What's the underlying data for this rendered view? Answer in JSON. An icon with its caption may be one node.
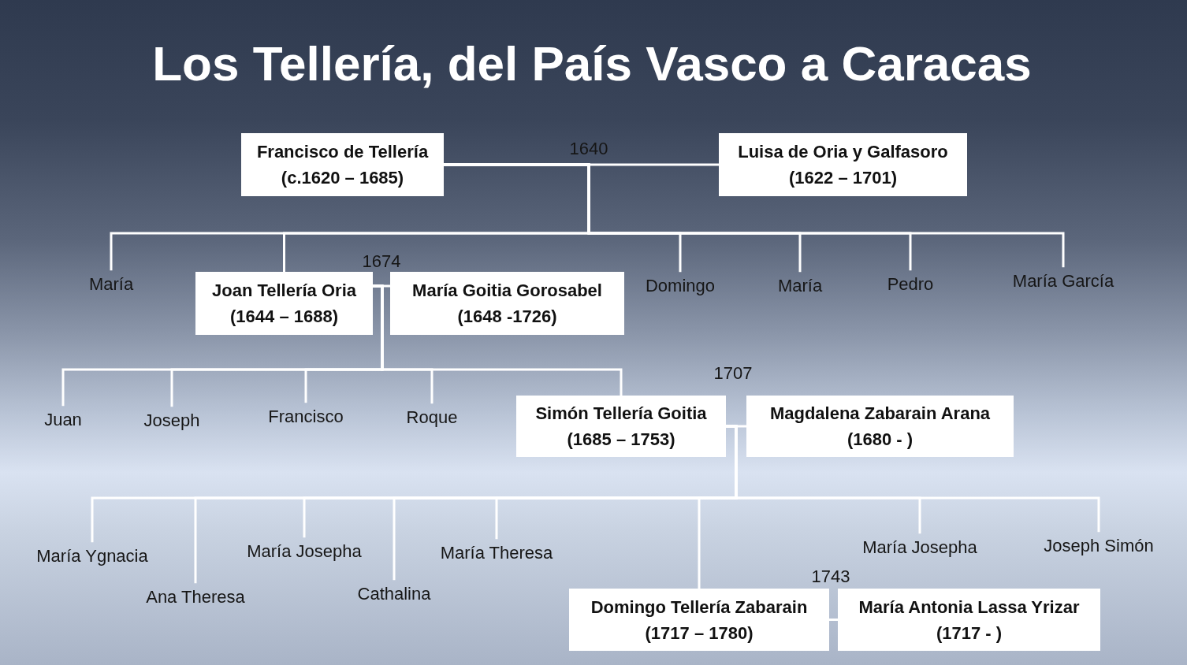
{
  "diagram": {
    "title": "Los Tellería, del País Vasco a Caracas",
    "nodes": [
      {
        "text": [
          "Francisco de Tellería",
          "(c.1620 – 1685)"
        ]
      },
      {
        "text": [
          "Luisa de Oria y Galfasoro",
          "(1622 – 1701)"
        ]
      },
      {
        "text": [
          "María"
        ]
      },
      {
        "text": [
          "Joan Tellería Oria",
          "(1644 – 1688)"
        ]
      },
      {
        "text": [
          "María Goitia Gorosabel",
          "(1648 -1726)"
        ]
      },
      {
        "text": [
          "Domingo"
        ]
      },
      {
        "text": [
          "María"
        ]
      },
      {
        "text": [
          "Pedro"
        ]
      },
      {
        "text": [
          "María García"
        ]
      },
      {
        "text": [
          "Juan"
        ]
      },
      {
        "text": [
          "Joseph"
        ]
      },
      {
        "text": [
          "Francisco"
        ]
      },
      {
        "text": [
          "Roque"
        ]
      },
      {
        "text": [
          "Simón Tellería Goitia",
          "(1685 – 1753)"
        ]
      },
      {
        "text": [
          "Magdalena Zabarain Arana",
          "(1680 - )"
        ]
      },
      {
        "text": [
          "María Ygnacia"
        ]
      },
      {
        "text": [
          "Ana Theresa"
        ]
      },
      {
        "text": [
          "María Josepha"
        ]
      },
      {
        "text": [
          "Cathalina"
        ]
      },
      {
        "text": [
          "María Theresa"
        ]
      },
      {
        "text": [
          "Domingo Tellería Zabarain",
          "(1717 – 1780)"
        ]
      },
      {
        "text": [
          "María Josepha"
        ]
      },
      {
        "text": [
          "Joseph Simón"
        ]
      },
      {
        "text": [
          "María Antonia Lassa Yrizar",
          "(1717 - )"
        ]
      }
    ],
    "edges": [
      {
        "from": 0,
        "to": 1,
        "arrow": "none",
        "label": "1640"
      },
      {
        "from": 0,
        "to": 2,
        "arrow": "none"
      },
      {
        "from": 0,
        "to": 3,
        "arrow": "none"
      },
      {
        "from": 0,
        "to": 5,
        "arrow": "none"
      },
      {
        "from": 0,
        "to": 6,
        "arrow": "none"
      },
      {
        "from": 0,
        "to": 7,
        "arrow": "none"
      },
      {
        "from": 0,
        "to": 8,
        "arrow": "none"
      },
      {
        "from": 3,
        "to": 4,
        "arrow": "none",
        "label": "1674"
      },
      {
        "from": 3,
        "to": 9,
        "arrow": "none"
      },
      {
        "from": 3,
        "to": 10,
        "arrow": "none"
      },
      {
        "from": 3,
        "to": 11,
        "arrow": "none"
      },
      {
        "from": 3,
        "to": 12,
        "arrow": "none"
      },
      {
        "from": 3,
        "to": 13,
        "arrow": "none"
      },
      {
        "from": 13,
        "to": 14,
        "arrow": "none",
        "label": "1707"
      },
      {
        "from": 13,
        "to": 15,
        "arrow": "none"
      },
      {
        "from": 13,
        "to": 16,
        "arrow": "none"
      },
      {
        "from": 13,
        "to": 17,
        "arrow": "none"
      },
      {
        "from": 13,
        "to": 18,
        "arrow": "none"
      },
      {
        "from": 13,
        "to": 19,
        "arrow": "none"
      },
      {
        "from": 13,
        "to": 20,
        "arrow": "none"
      },
      {
        "from": 13,
        "to": 21,
        "arrow": "none"
      },
      {
        "from": 13,
        "to": 22,
        "arrow": "none"
      },
      {
        "from": 20,
        "to": 23,
        "arrow": "none",
        "label": "1743"
      }
    ]
  }
}
